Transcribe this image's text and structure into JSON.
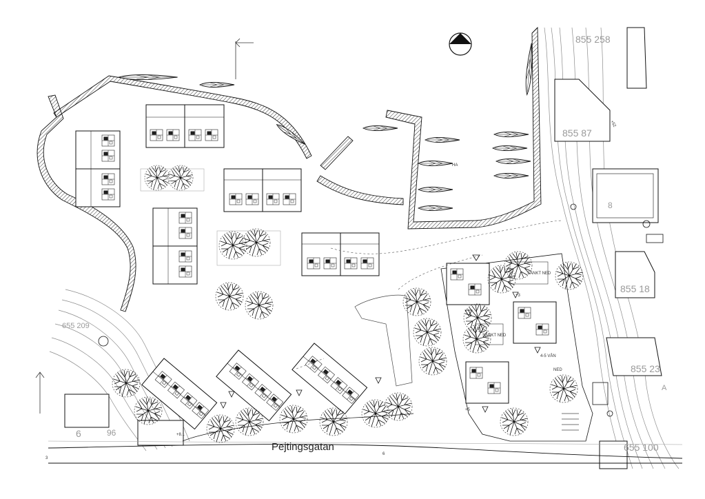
{
  "labels": {
    "street": "Pejtingsgatan",
    "street_num": "6",
    "corner_num": "3",
    "road_elev": "+8.1",
    "harbour_elev": "+52",
    "parcel_258": "855 258",
    "parcel_87": "855 87",
    "parcel_18": "855 18",
    "parcel_23": "855 23",
    "parcel_100": "655 100",
    "parcel_209": "655 209",
    "parcel_6": "6",
    "parcel_96": "96",
    "pier_code": "HA",
    "floors": "4-5 VÅN",
    "sunk_a": "SÄNKT NED",
    "sunk_b": "SÄNKT NED",
    "wing_note": "NED",
    "level_a": "+3",
    "level_b": "+5",
    "mark_a": "A",
    "mark_8": "8"
  },
  "colors": {
    "line": "#1a1a1a",
    "hatch": "#444444",
    "contour": "#8a8a8a",
    "faint": "#bdbdbd"
  }
}
